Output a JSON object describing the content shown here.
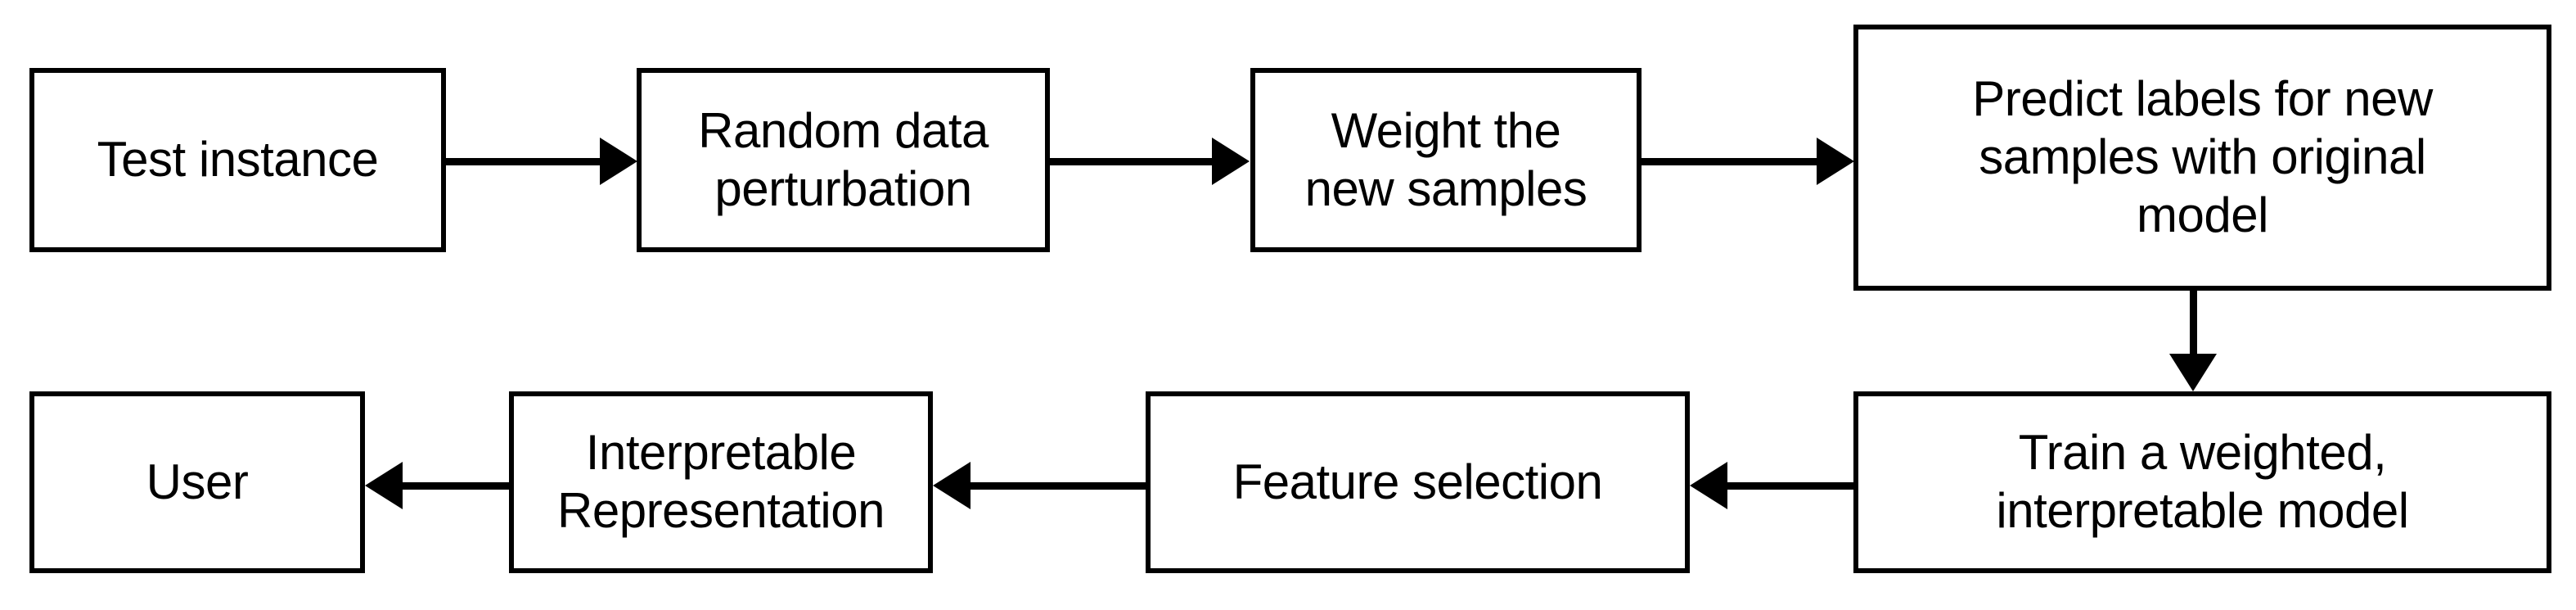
{
  "diagram": {
    "title": "LIME explanation pipeline flowchart",
    "background_color": "#ffffff",
    "stroke_color": "#000000",
    "nodes": [
      {
        "id": "test-instance",
        "label": "Test instance"
      },
      {
        "id": "random-perturbation",
        "label": "Random data\nperturbation"
      },
      {
        "id": "weight-samples",
        "label": "Weight the\nnew samples"
      },
      {
        "id": "predict-labels",
        "label": "Predict labels for new\nsamples with original\nmodel"
      },
      {
        "id": "train-model",
        "label": "Train a weighted,\ninterpretable model"
      },
      {
        "id": "feature-selection",
        "label": "Feature selection"
      },
      {
        "id": "interpretable-rep",
        "label": "Interpretable\nRepresentation"
      },
      {
        "id": "user",
        "label": "User"
      }
    ],
    "edges": [
      {
        "id": "e1",
        "from": "test-instance",
        "to": "random-perturbation",
        "direction": "right"
      },
      {
        "id": "e2",
        "from": "random-perturbation",
        "to": "weight-samples",
        "direction": "right"
      },
      {
        "id": "e3",
        "from": "weight-samples",
        "to": "predict-labels",
        "direction": "right"
      },
      {
        "id": "e4",
        "from": "predict-labels",
        "to": "train-model",
        "direction": "down"
      },
      {
        "id": "e5",
        "from": "train-model",
        "to": "feature-selection",
        "direction": "left"
      },
      {
        "id": "e6",
        "from": "feature-selection",
        "to": "interpretable-rep",
        "direction": "left"
      },
      {
        "id": "e7",
        "from": "interpretable-rep",
        "to": "user",
        "direction": "left"
      }
    ]
  }
}
